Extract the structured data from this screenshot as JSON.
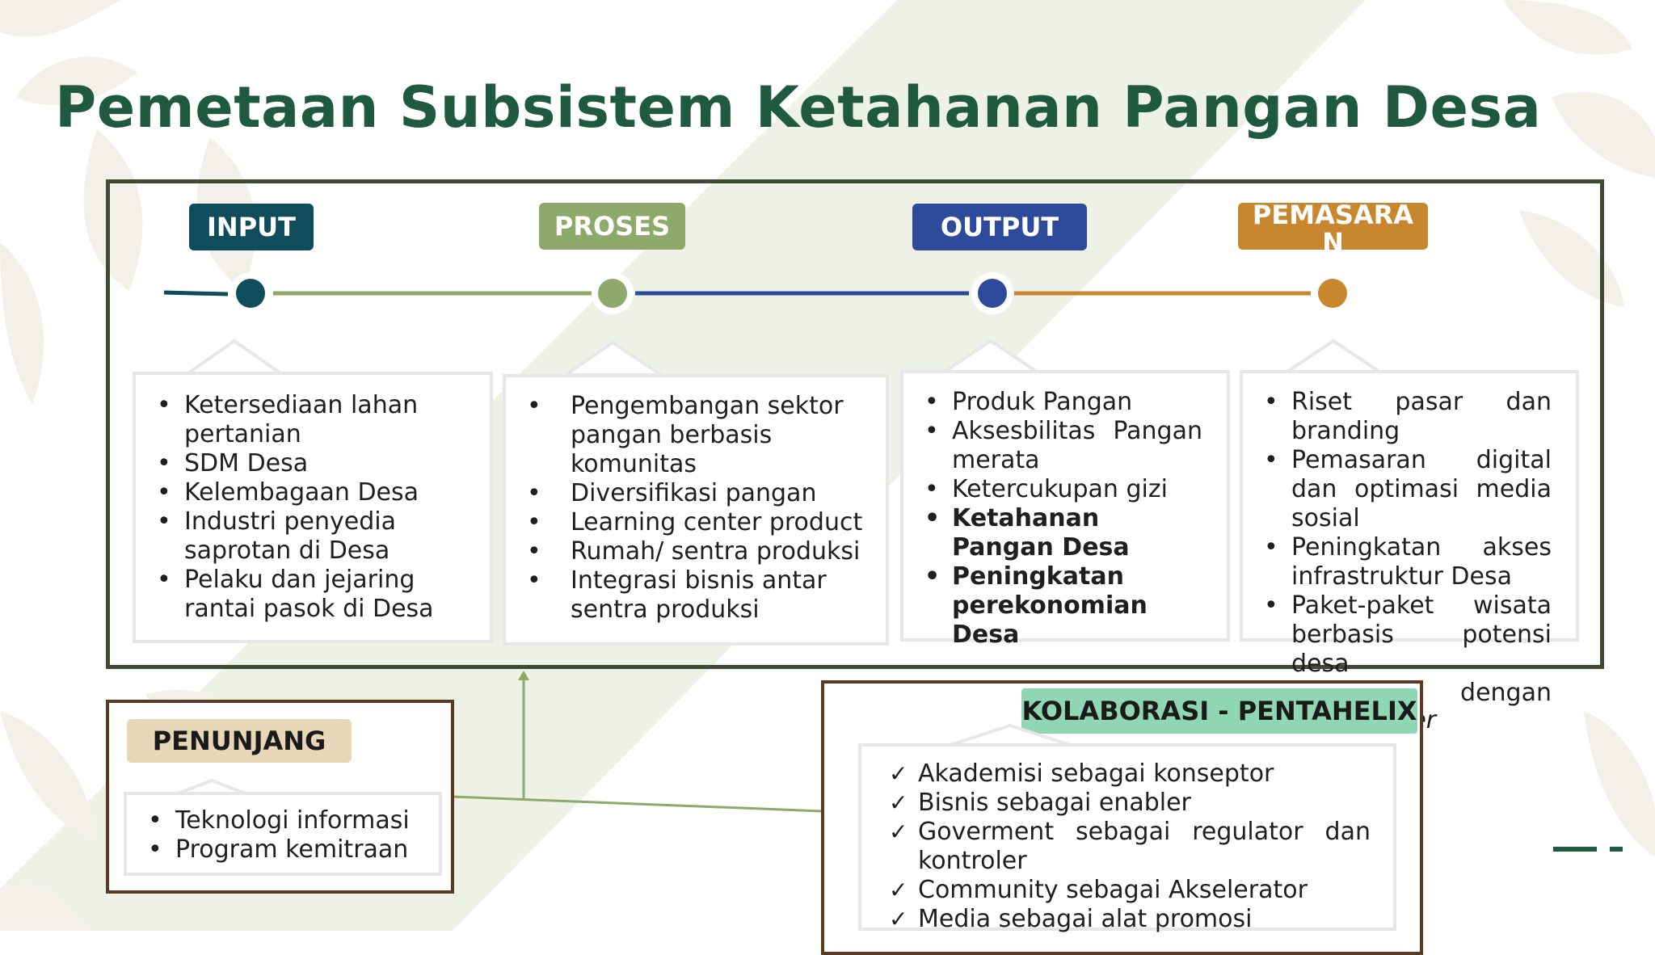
{
  "title": "Pemetaan Subsistem Ketahanan Pangan Desa",
  "stages": [
    {
      "label": "INPUT",
      "color": "#0f4c5c",
      "items": [
        "Ketersediaan lahan pertanian",
        "SDM Desa",
        "Kelembagaan Desa",
        "Industri penyedia saprotan di Desa",
        "Pelaku dan jejaring rantai pasok di Desa"
      ]
    },
    {
      "label": "PROSES",
      "color": "#8daa6b",
      "items": [
        "Pengembangan sektor pangan berbasis komunitas",
        "Diversifikasi pangan",
        "Learning center product",
        "Rumah/ sentra produksi",
        "Integrasi bisnis antar sentra produksi"
      ]
    },
    {
      "label": "OUTPUT",
      "color": "#2e4a9a",
      "items": [
        "Produk Pangan",
        "Aksesbilitas Pangan merata",
        "Ketercukupan gizi",
        "Ketahanan Pangan Desa",
        "Peningkatan perekonomian Desa"
      ]
    },
    {
      "label_line1": "PEMASARA",
      "label_line2": "N",
      "color": "#c8862f",
      "items": [
        "Riset pasar dan branding",
        "Pemasaran digital dan optimasi media sosial",
        "Peningkatan akses infrastruktur Desa",
        "Paket-paket wisata berbasis potensi desa",
        "Kerjasama dengan",
        "stakeholder"
      ]
    }
  ],
  "penunjang": {
    "label": "PENUNJANG",
    "color": "#e8d6b8",
    "items": [
      "Teknologi informasi",
      "Program kemitraan"
    ]
  },
  "kolaborasi": {
    "label": "KOLABORASI - PENTAHELIX",
    "color": "#8fd6b5",
    "items": [
      "Akademisi sebagai konseptor",
      "Bisnis sebagai enabler",
      "Goverment sebagai regulator dan",
      "kontroler",
      "Community sebagai Akselerator",
      "Media sebagai alat promosi"
    ]
  }
}
